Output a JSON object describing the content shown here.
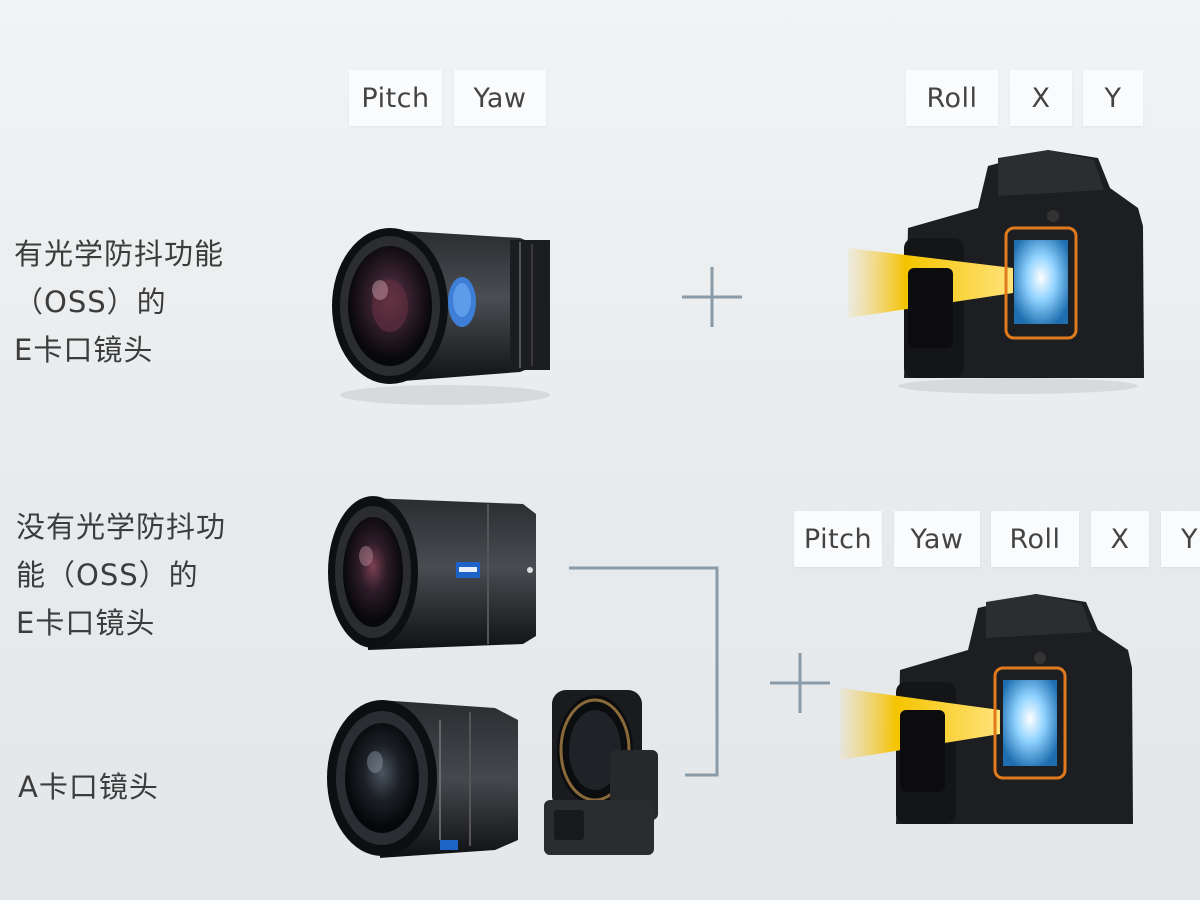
{
  "row1": {
    "label_lines": [
      "有光学防抖功能",
      "（OSS）的",
      "E卡口镜头"
    ],
    "lens_tags": [
      "Pitch",
      "Yaw"
    ],
    "body_tags": [
      "Roll",
      "X",
      "Y"
    ]
  },
  "row2": {
    "label_lines": [
      "没有光学防抖功",
      "能（OSS）的",
      "E卡口镜头"
    ],
    "tags": [
      "Pitch",
      "Yaw",
      "Roll",
      "X",
      "Y"
    ]
  },
  "row3": {
    "label": "A卡口镜头"
  },
  "icons": [
    "plus-icon",
    "bracket-connector-icon"
  ],
  "colors": {
    "background": "#eceff1",
    "tag_bg": "#fafbfc",
    "beam": "#f5c400",
    "sensor_frame": "#e07a1c"
  }
}
